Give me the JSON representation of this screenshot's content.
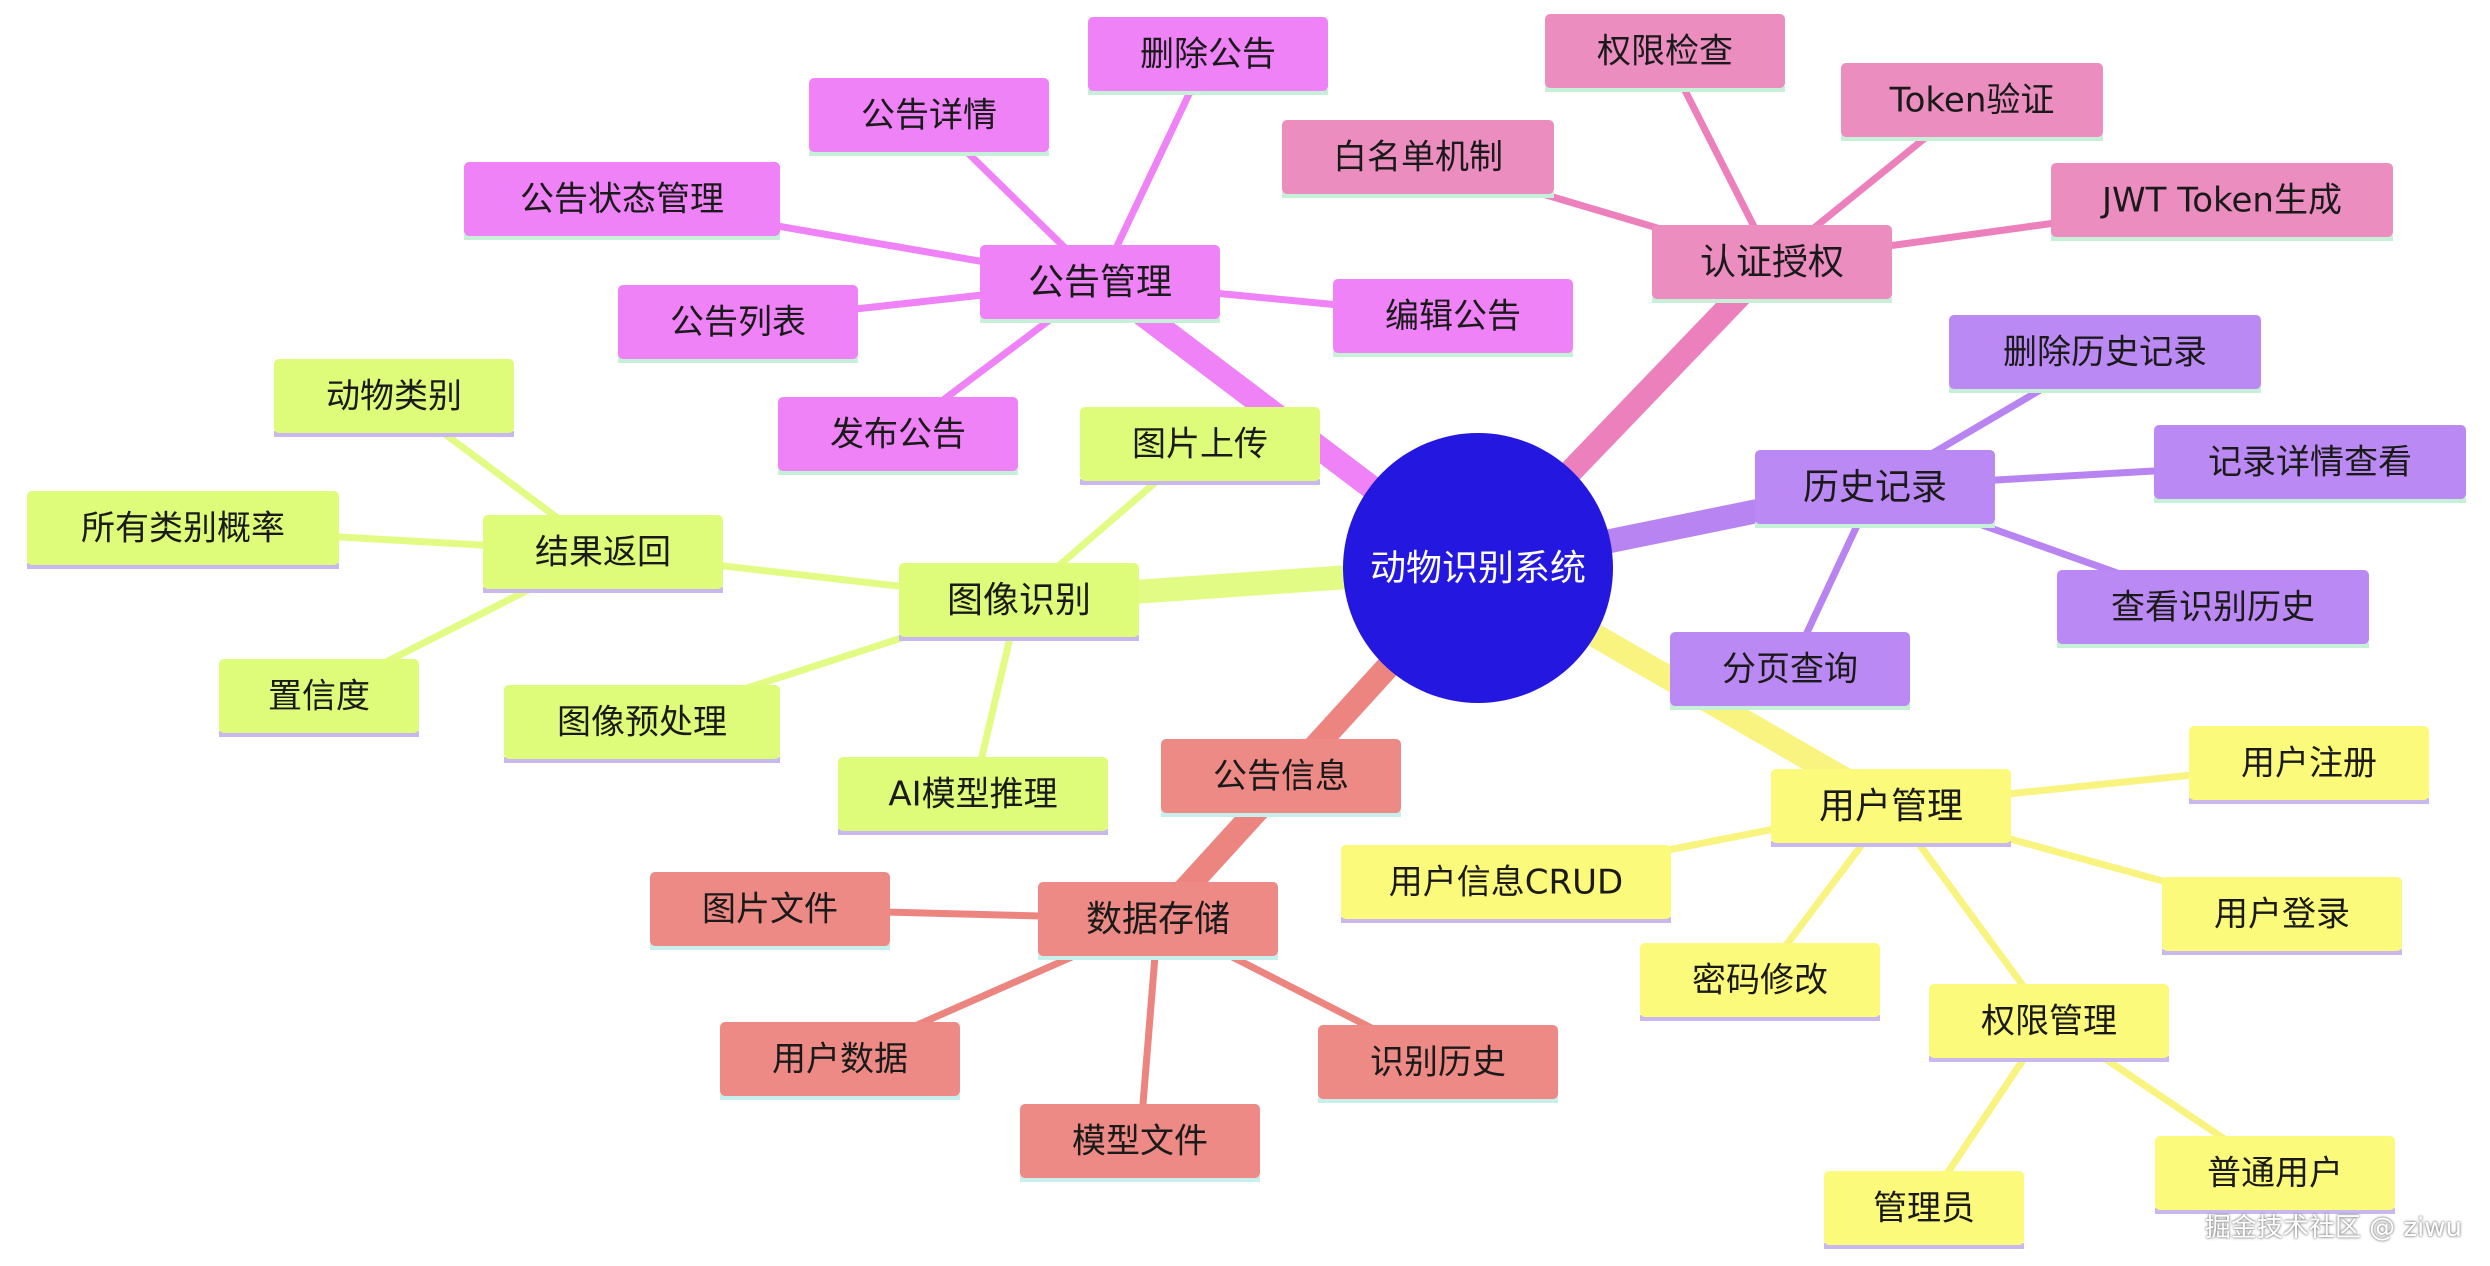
{
  "root": {
    "label": "动物识别系统",
    "fill": "#2317e0",
    "text_color": "#ffffff"
  },
  "branches": [
    {
      "key": "notice",
      "label": "公告管理",
      "fill": "#ee82f6",
      "edge": "#ee82f6",
      "underline": "#c7f0d9",
      "children": [
        "删除公告",
        "公告详情",
        "公告状态管理",
        "公告列表",
        "发布公告",
        "编辑公告"
      ]
    },
    {
      "key": "auth",
      "label": "认证授权",
      "fill": "#ec8dc0",
      "edge": "#ec80bd",
      "underline": "#c7f0d9",
      "children": [
        "权限检查",
        "Token验证",
        "白名单机制",
        "JWT Token生成"
      ]
    },
    {
      "key": "history",
      "label": "历史记录",
      "fill": "#bb89f3",
      "edge": "#b884f2",
      "underline": "#c7f0d9",
      "children": [
        "删除历史记录",
        "记录详情查看",
        "查看识别历史",
        "分页查询"
      ]
    },
    {
      "key": "image",
      "label": "图像识别",
      "fill": "#defb7a",
      "edge": "#e2fb85",
      "underline": "#c9b8f0",
      "children": [
        "图片上传",
        "图像预处理",
        "AI模型推理",
        "结果返回"
      ]
    },
    {
      "key": "result",
      "label": "结果返回",
      "fill": "#defb7a",
      "edge": "#e2fb85",
      "underline": "#c9b8f0",
      "children": [
        "动物类别",
        "所有类别概率",
        "置信度"
      ]
    },
    {
      "key": "storage",
      "label": "数据存储",
      "fill": "#ee8a85",
      "edge": "#ec8580",
      "underline": "#c7f0ec",
      "children": [
        "公告信息",
        "图片文件",
        "用户数据",
        "模型文件",
        "识别历史"
      ]
    },
    {
      "key": "user",
      "label": "用户管理",
      "fill": "#fbfa7a",
      "edge": "#f8f47f",
      "underline": "#c9b8f0",
      "children": [
        "用户注册",
        "用户信息CRUD",
        "用户登录",
        "密码修改",
        "权限管理"
      ]
    },
    {
      "key": "perm",
      "label": "权限管理",
      "fill": "#fbfa7a",
      "edge": "#f8f47f",
      "underline": "#c9b8f0",
      "children": [
        "管理员",
        "普通用户"
      ]
    }
  ],
  "watermark": "掘金技术社区 @ ziwu"
}
